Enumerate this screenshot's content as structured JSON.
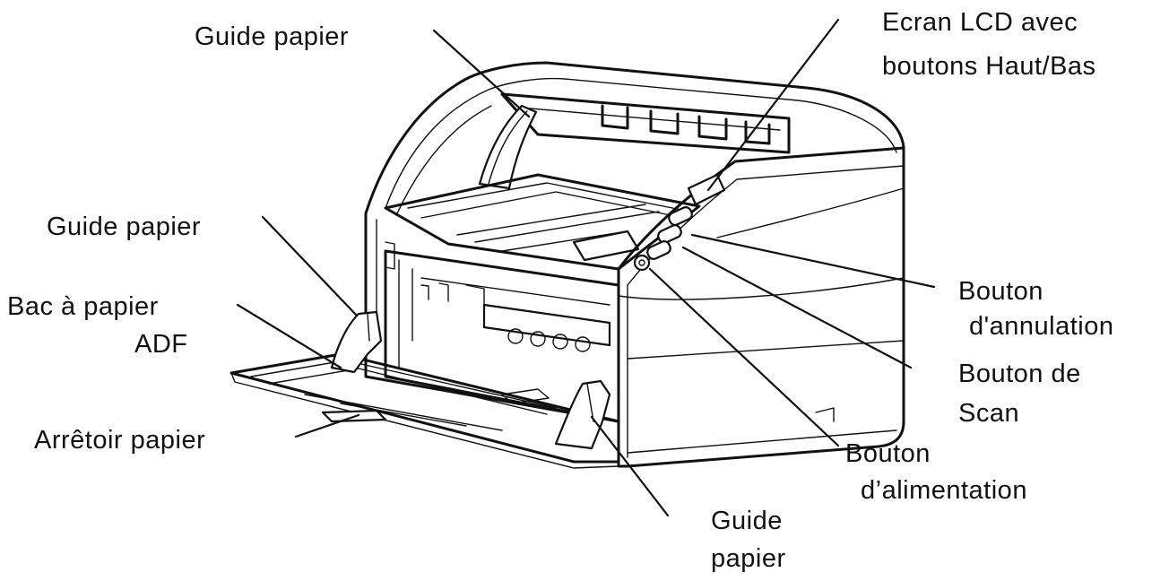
{
  "labels": {
    "guide_papier_top": "Guide papier",
    "ecran_lcd_line1": "Ecran LCD avec",
    "ecran_lcd_line2": "boutons Haut/Bas",
    "guide_papier_left": "Guide papier",
    "bac_line1": "Bac à papier",
    "bac_line2": "ADF",
    "arretoir": "Arrêtoir papier",
    "bouton_annulation_line1": "Bouton",
    "bouton_annulation_line2": "d'annulation",
    "bouton_scan_line1": "Bouton de",
    "bouton_scan_line2": "Scan",
    "bouton_alim_line1": "Bouton",
    "bouton_alim_line2": "d’alimentation",
    "guide_papier_bottom_line1": "Guide",
    "guide_papier_bottom_line2": "papier"
  }
}
